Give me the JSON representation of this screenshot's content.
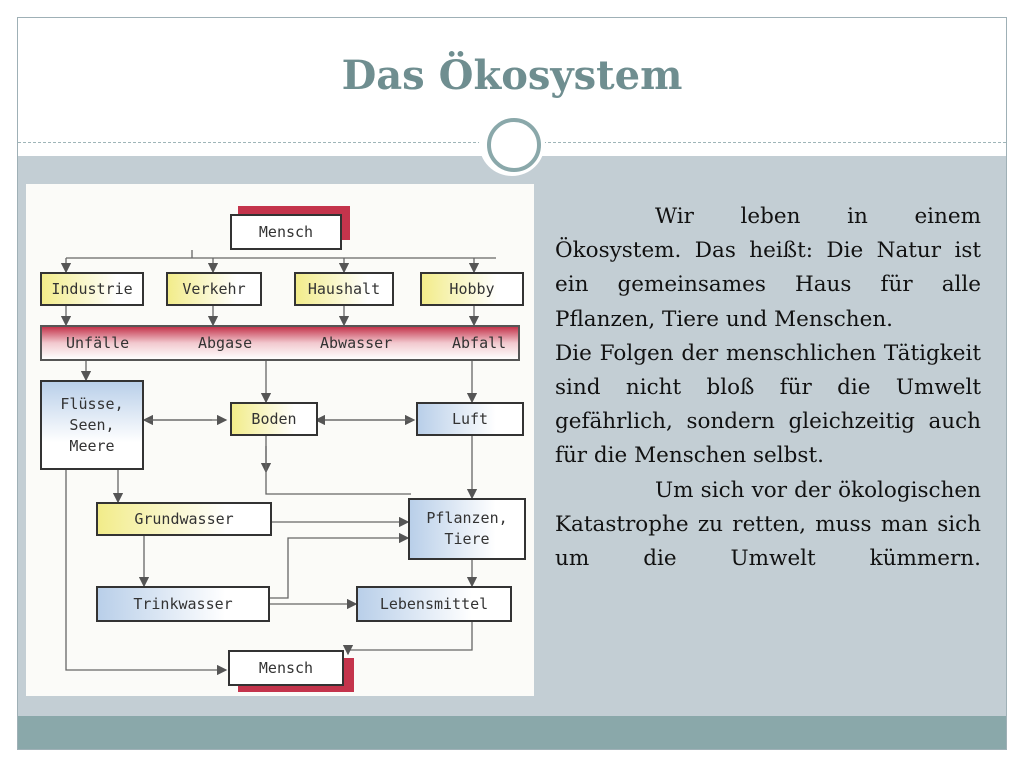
{
  "slide": {
    "title": "Das Ökosystem",
    "paragraphs": [
      "Wir leben in einem Ökosystem. Das heißt:  Die Natur ist ein gemeinsames Haus für alle Pflanzen, Tiere und Menschen.",
      "Die Folgen der menschlichen Tätigkeit sind nicht bloß für die Umwelt gefährlich, sondern gleichzeitig auch für die Menschen selbst.",
      "Um sich vor der ökologischen Katastrophe zu retten, muss man sich um die Umwelt kümmern."
    ]
  },
  "diagram": {
    "nodes": {
      "mensch_top": "Mensch",
      "industrie": "Industrie",
      "verkehr": "Verkehr",
      "haushalt": "Haushalt",
      "hobby": "Hobby",
      "unfaelle": "Unfälle",
      "abgase": "Abgase",
      "abwasser": "Abwasser",
      "abfall": "Abfall",
      "fluesse": "Flüsse, Seen, Meere",
      "boden": "Boden",
      "luft": "Luft",
      "grundwasser": "Grundwasser",
      "pflanzen": "Pflanzen, Tiere",
      "trinkwasser": "Trinkwasser",
      "lebensmittel": "Lebensmittel",
      "mensch_bottom": "Mensch"
    },
    "colors": {
      "yellow": "#f2ec8a",
      "blue": "#b9cfe9",
      "red": "#c4344c",
      "pink": "#e9a3ae"
    }
  }
}
